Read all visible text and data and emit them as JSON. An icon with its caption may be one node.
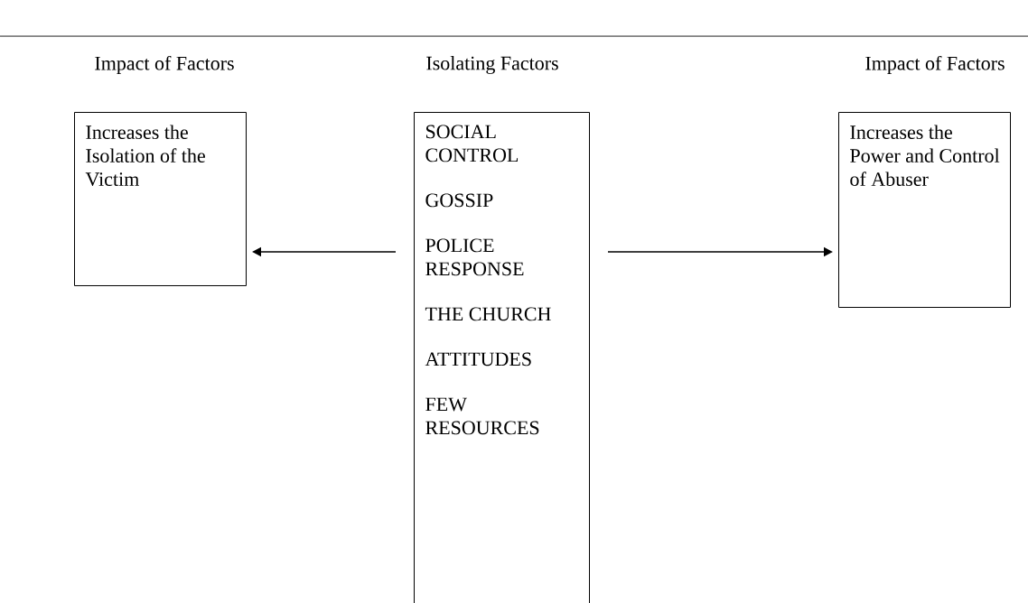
{
  "diagram": {
    "nodes": [
      {
        "text": [
          "Impact of Factors",
          "Increases the Isolation of the Victim"
        ]
      },
      {
        "text": [
          "Isolating Factors",
          "SOCIAL CONTROL",
          "GOSSIP",
          "POLICE RESPONSE",
          "THE CHURCH",
          "ATTITUDES",
          "FEW RESOURCES"
        ]
      },
      {
        "text": [
          "Impact of Factors",
          "Increases the Power and Control of Abuser"
        ]
      }
    ],
    "edges": [
      {
        "from": 1,
        "to": 0,
        "arrow": "to"
      },
      {
        "from": 1,
        "to": 2,
        "arrow": "to"
      }
    ]
  }
}
